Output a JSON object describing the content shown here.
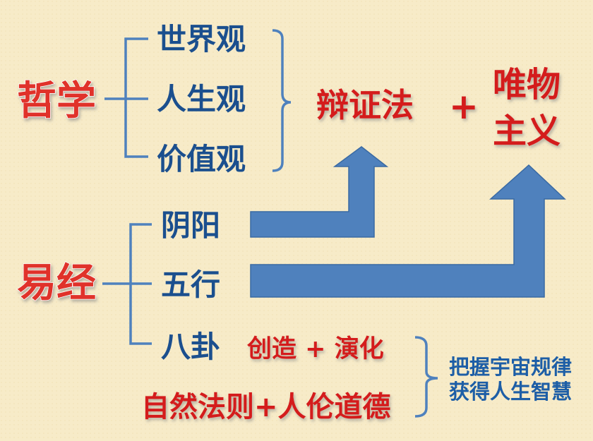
{
  "philosophy": {
    "title": "哲学",
    "items": [
      "世界观",
      "人生观",
      "价值观"
    ],
    "result": "辩证法",
    "plus": "+",
    "result2_line1": "唯物",
    "result2_line2": "主义"
  },
  "yijing": {
    "title": "易经",
    "items": [
      "阴阳",
      "五行",
      "八卦"
    ],
    "bagua_note": "创造 + 演化",
    "bottom_line": "自然法则+人伦道德",
    "conclusion_line1": "把握宇宙规律",
    "conclusion_line2": "获得人生智慧"
  },
  "colors": {
    "blue": "#1b4f8e",
    "red": "#d41e1e",
    "arrow": "#4f81bd",
    "background": "#f7ebc8"
  }
}
